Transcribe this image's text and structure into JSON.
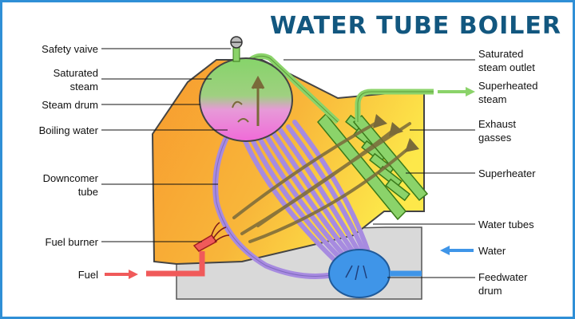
{
  "title": "WATER TUBE BOILER",
  "labels": {
    "left": {
      "safety_valve": "Safety vaive",
      "saturated_steam_1": "Saturated",
      "saturated_steam_2": "steam",
      "steam_drum": "Steam drum",
      "boiling_water": "Boiling water",
      "downcomer_1": "Downcomer",
      "downcomer_2": "tube",
      "fuel_burner": "Fuel burner",
      "fuel": "Fuel"
    },
    "right": {
      "sat_outlet_1": "Saturated",
      "sat_outlet_2": "steam outlet",
      "superheated_1": "Superheated",
      "superheated_2": "steam",
      "exhaust_1": "Exhaust",
      "exhaust_2": "gasses",
      "superheater": "Superheater",
      "water_tubes": "Water tubes",
      "water": "Water",
      "feedwater_1": "Feedwater",
      "feedwater_2": "drum"
    }
  },
  "colors": {
    "title": "#12577f",
    "frame": "#2f8fd6",
    "furnace_orange": "#f7a234",
    "furnace_yellow": "#fde84a",
    "steam_green": "#8bd36a",
    "water_pink": "#f078d8",
    "water_blue": "#3f95e8",
    "tube_purple": "#a78be0",
    "fuel_red": "#f05a5a",
    "flow_arrow": "#7a6a3a"
  }
}
